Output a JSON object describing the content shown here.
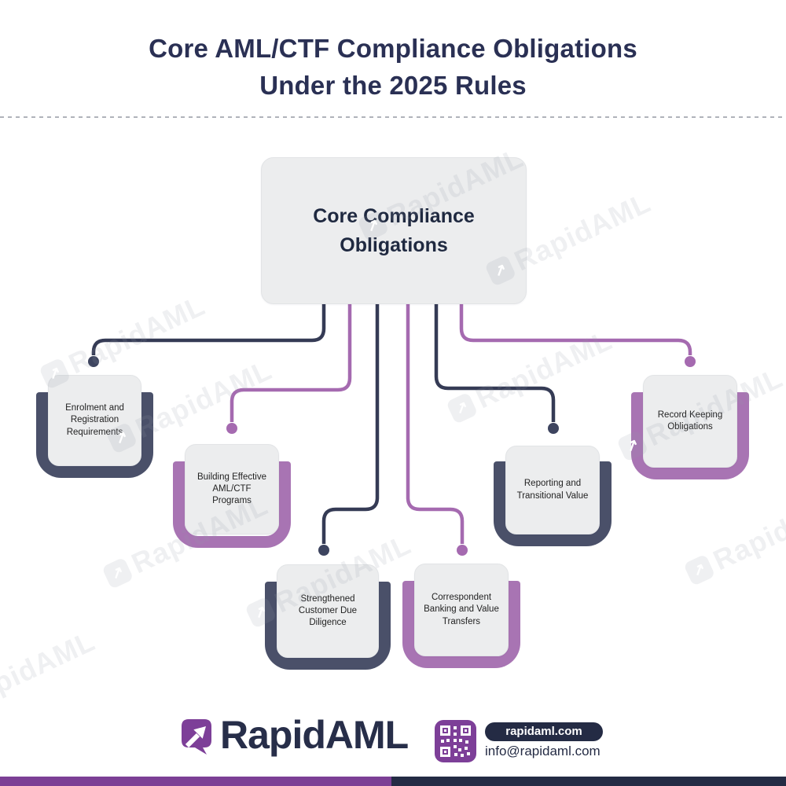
{
  "header": {
    "title_line1": "Core AML/CTF Compliance Obligations",
    "title_line2": "Under the 2025 Rules"
  },
  "center_node": {
    "label": "Core Compliance Obligations"
  },
  "nodes": [
    {
      "id": "enrolment",
      "label": "Enrolment and Registration Requirements",
      "accent": "dark"
    },
    {
      "id": "programs",
      "label": "Building Effective AML/CTF Programs",
      "accent": "purple"
    },
    {
      "id": "cdd",
      "label": "Strengthened Customer Due Diligence",
      "accent": "dark"
    },
    {
      "id": "correspondent",
      "label": "Correspondent Banking and Value Transfers",
      "accent": "purple"
    },
    {
      "id": "reporting",
      "label": "Reporting and Transitional Value",
      "accent": "dark"
    },
    {
      "id": "records",
      "label": "Record Keeping Obligations",
      "accent": "purple"
    }
  ],
  "watermark": {
    "text": "RapidAML",
    "icon_glyph": "↗"
  },
  "footer": {
    "brand": "RapidAML",
    "website": "rapidaml.com",
    "email": "info@rapidaml.com"
  },
  "colors": {
    "title_navy": "#2a3054",
    "dark_navy": "#353b55",
    "bracket_navy": "#4a5069",
    "purple": "#a56ab0",
    "bracket_purple": "#a874b3",
    "card_gray": "#ecedee",
    "logo_purple": "#7d3f98",
    "footer_navy": "#242b44",
    "footer_bar_purple": "#7c3f95"
  }
}
